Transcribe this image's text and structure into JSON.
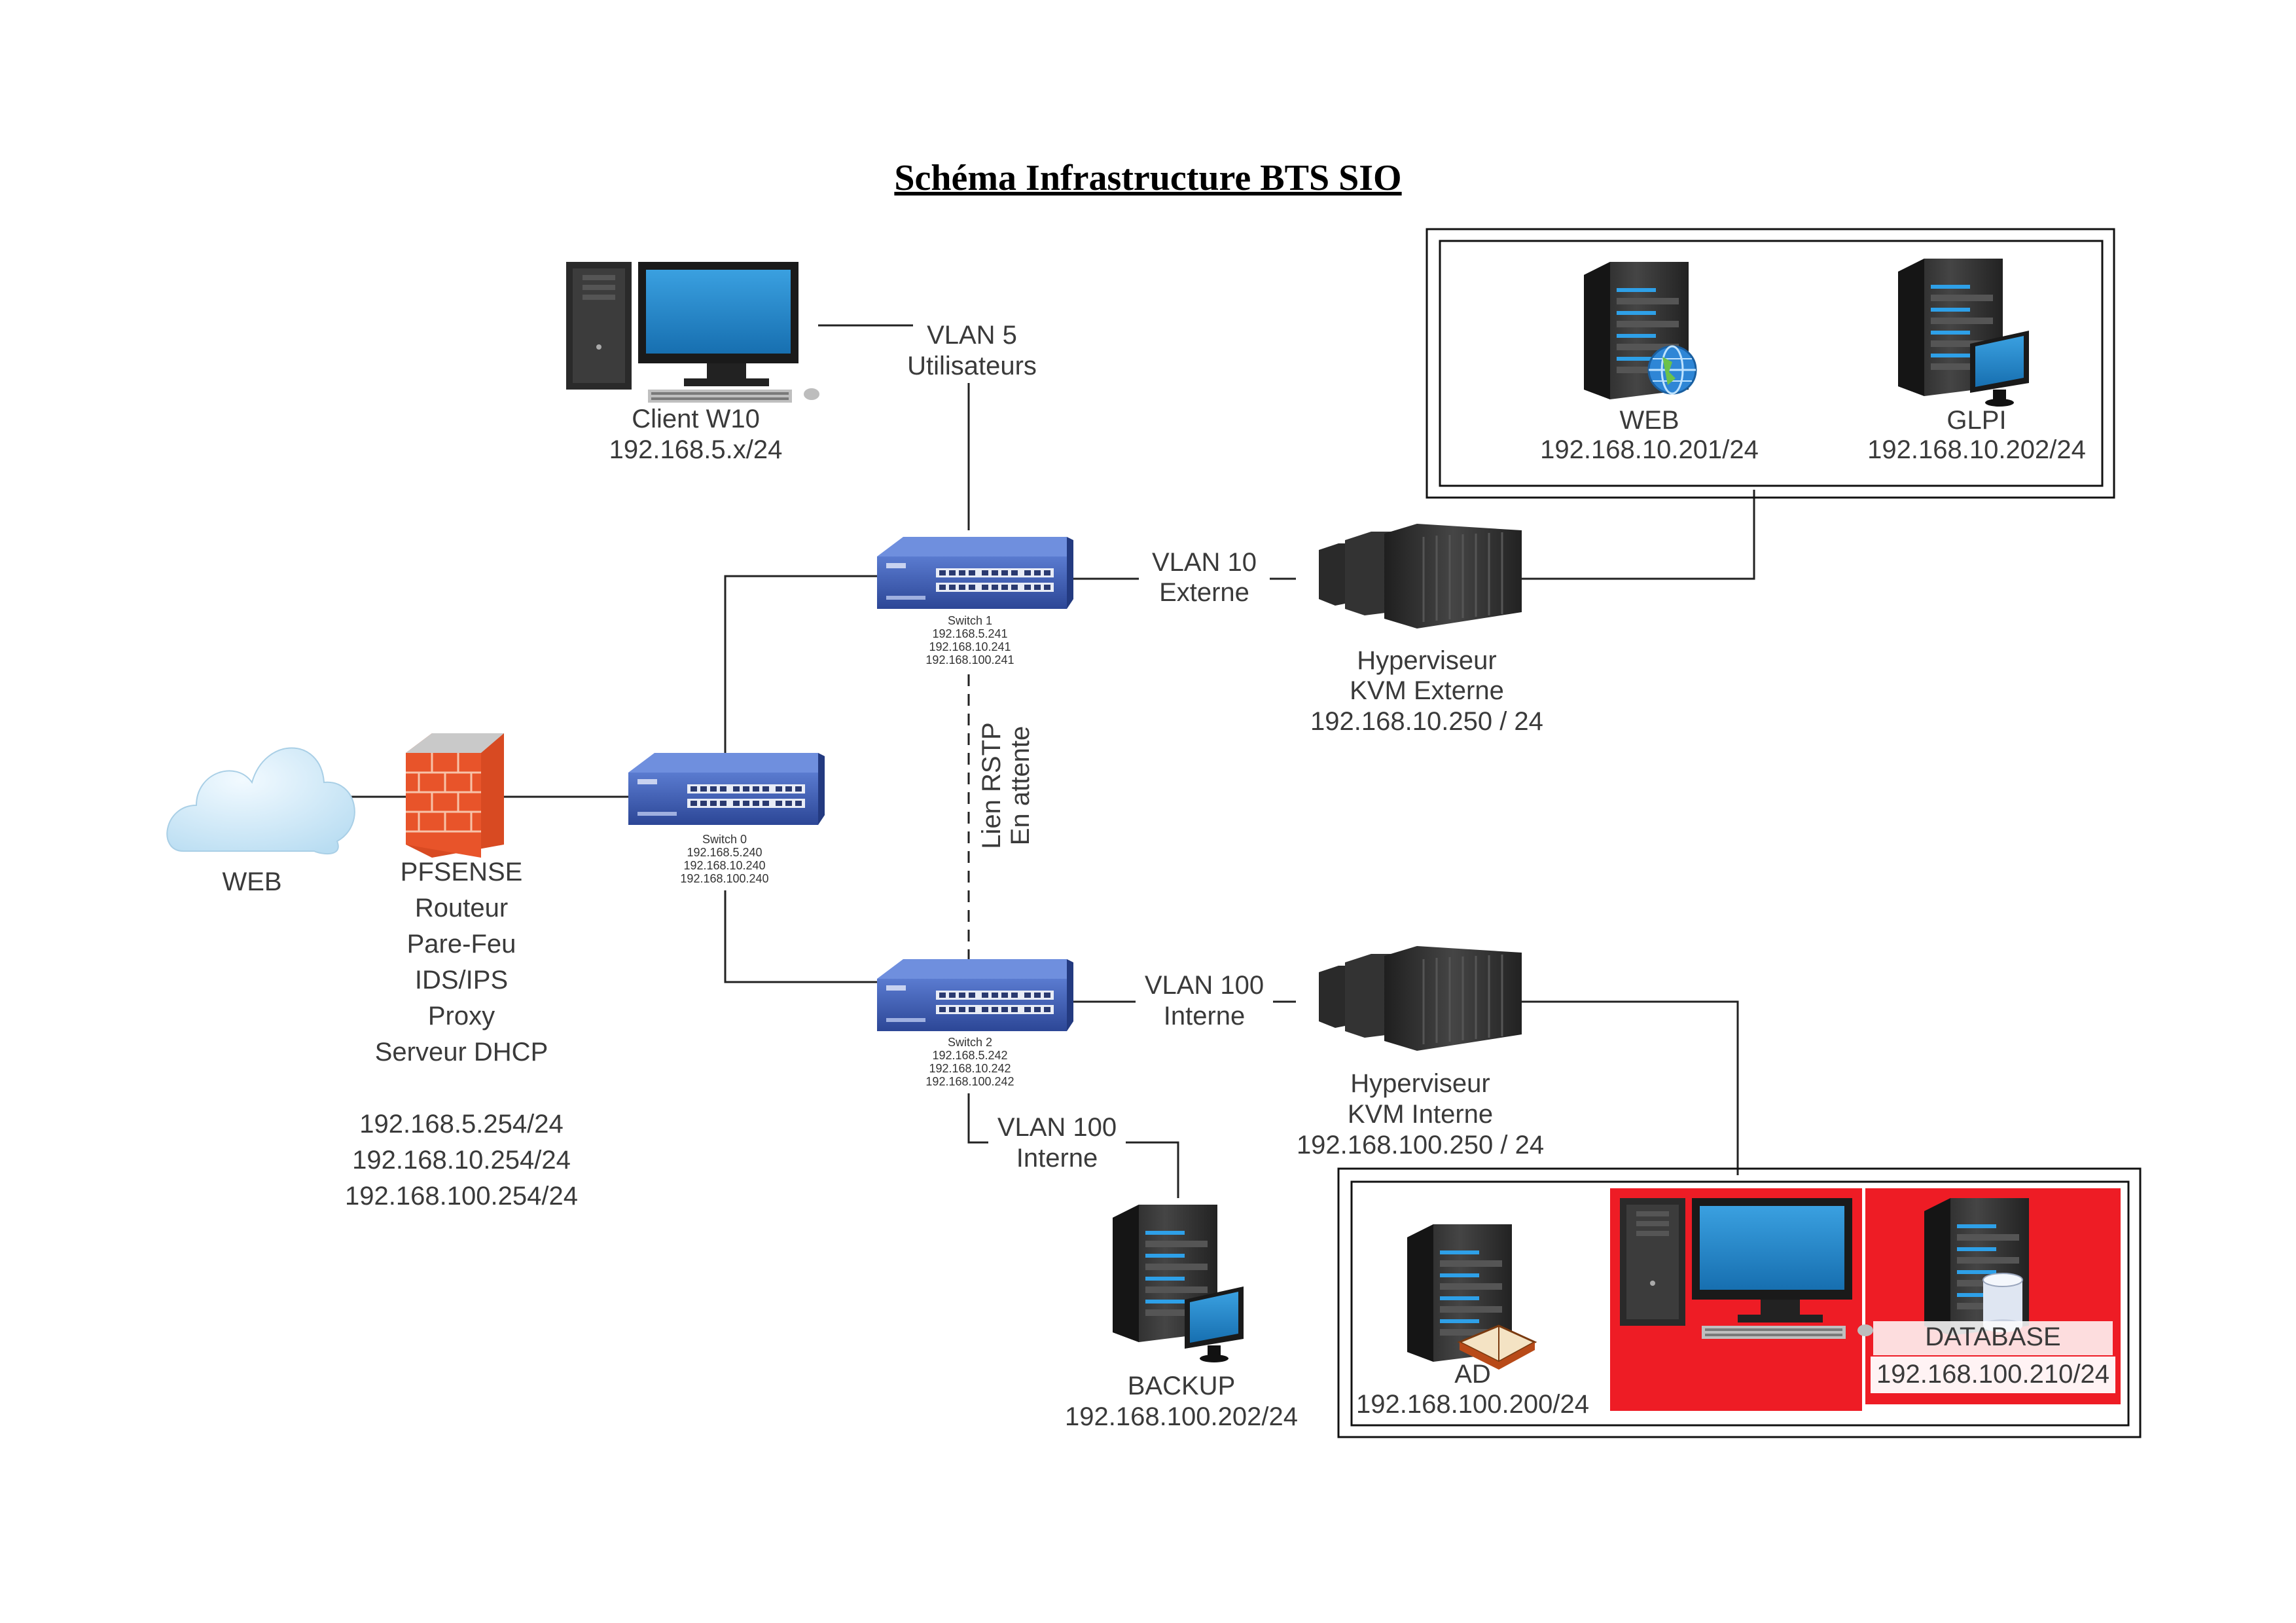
{
  "title": "Schéma Infrastructure BTS SIO",
  "client": {
    "name": "Client W10",
    "ip": "192.168.5.x/24"
  },
  "vlans": {
    "vlan5": [
      "VLAN 5",
      "Utilisateurs"
    ],
    "vlan10": [
      "VLAN 10",
      "Externe"
    ],
    "vlan100_hyp": [
      "VLAN 100",
      "Interne"
    ],
    "vlan100_backup": [
      "VLAN 100",
      "Interne"
    ]
  },
  "rstp": [
    "Lien RSTP",
    "En attente"
  ],
  "switches": {
    "switch0": [
      "Switch 0",
      "192.168.5.240",
      "192.168.10.240",
      "192.168.100.240"
    ],
    "switch1": [
      "Switch 1",
      "192.168.5.241",
      "192.168.10.241",
      "192.168.100.241"
    ],
    "switch2": [
      "Switch 2",
      "192.168.5.242",
      "192.168.10.242",
      "192.168.100.242"
    ]
  },
  "web_cloud": "WEB",
  "pfsense": {
    "roles": [
      "PFSENSE",
      "Routeur",
      "Pare-Feu",
      "IDS/IPS",
      "Proxy",
      "Serveur DHCP"
    ],
    "ips": [
      "192.168.5.254/24",
      "192.168.10.254/24",
      "192.168.100.254/24"
    ]
  },
  "hyperviseur_externe": [
    "Hyperviseur",
    "KVM Externe",
    "192.168.10.250 / 24"
  ],
  "hyperviseur_interne": [
    "Hyperviseur",
    "KVM Interne",
    "192.168.100.250 / 24"
  ],
  "server_web": {
    "name": "WEB",
    "ip": "192.168.10.201/24"
  },
  "server_glpi": {
    "name": "GLPI",
    "ip": "192.168.10.202/24"
  },
  "server_backup": {
    "name": "BACKUP",
    "ip": "192.168.100.202/24"
  },
  "server_ad": {
    "name": "AD",
    "ip": "192.168.100.200/24"
  },
  "server_database": {
    "name": "DATABASE",
    "ip": "192.168.100.210/24"
  },
  "colors": {
    "line": "#222222",
    "screen": "#1e88c8",
    "switch": "#2e4a9a",
    "server": "#2c2c2c",
    "redaction": "#ee1c25",
    "firewall": "#e8542a"
  },
  "icons": [
    "desktop-computer-icon",
    "network-switch-icon",
    "cloud-icon",
    "firewall-icon",
    "server-rack-icon",
    "server-tower-icon",
    "globe-icon",
    "monitor-icon",
    "book-icon",
    "database-icon"
  ]
}
